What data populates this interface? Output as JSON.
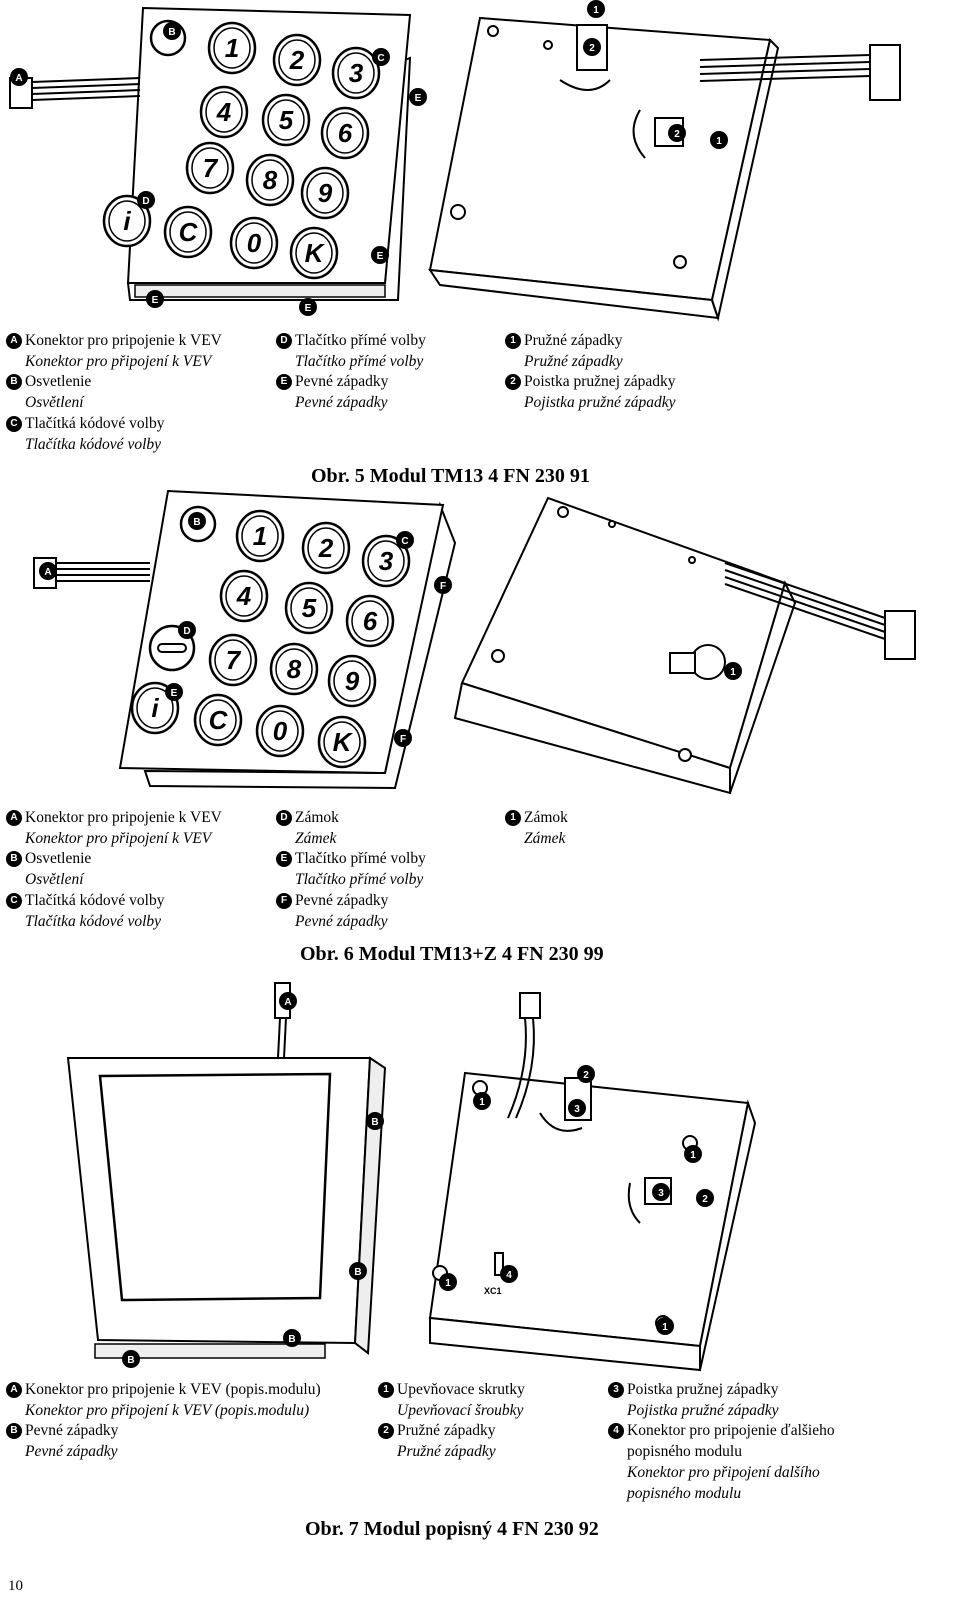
{
  "page_number": "10",
  "figures": [
    {
      "caption": "Obr. 5 Modul TM13 4 FN 230 91",
      "columns": [
        [
          {
            "marker": "A",
            "sk": "Konektor pro pripojenie k VEV",
            "cz": "Konektor pro připojení k VEV"
          },
          {
            "marker": "B",
            "sk": "Osvetlenie",
            "cz": "Osvětlení"
          },
          {
            "marker": "C",
            "sk": "Tlačítká kódové volby",
            "cz": "Tlačítka kódové volby"
          }
        ],
        [
          {
            "marker": "D",
            "sk": "Tlačítko přímé volby",
            "cz": "Tlačítko přímé volby"
          },
          {
            "marker": "E",
            "sk": "Pevné západky",
            "cz": "Pevné západky"
          }
        ],
        [
          {
            "marker": "1",
            "sk": "Pružné západky",
            "cz": "Pružné západky"
          },
          {
            "marker": "2",
            "sk": "Poistka pružnej západky",
            "cz": "Pojistka pružné západky"
          }
        ]
      ],
      "keypad_keys": [
        "1",
        "2",
        "3",
        "4",
        "5",
        "6",
        "7",
        "8",
        "9",
        "i",
        "C",
        "0",
        "K"
      ]
    },
    {
      "caption": "Obr. 6 Modul TM13+Z 4 FN 230 99",
      "columns": [
        [
          {
            "marker": "A",
            "sk": "Konektor pro pripojenie k VEV",
            "cz": "Konektor pro připojení k VEV"
          },
          {
            "marker": "B",
            "sk": "Osvetlenie",
            "cz": "Osvětlení"
          },
          {
            "marker": "C",
            "sk": "Tlačítká kódové volby",
            "cz": "Tlačítka kódové volby"
          }
        ],
        [
          {
            "marker": "D",
            "sk": "Zámok",
            "cz": "Zámek"
          },
          {
            "marker": "E",
            "sk": "Tlačítko přímé volby",
            "cz": "Tlačítko přímé volby"
          },
          {
            "marker": "F",
            "sk": "Pevné západky",
            "cz": "Pevné západky"
          }
        ],
        [
          {
            "marker": "1",
            "sk": "Zámok",
            "cz": "Zámek"
          }
        ]
      ],
      "keypad_keys": [
        "1",
        "2",
        "3",
        "4",
        "5",
        "6",
        "7",
        "8",
        "9",
        "i",
        "C",
        "0",
        "K"
      ]
    },
    {
      "caption": "Obr. 7 Modul popisný 4 FN 230 92",
      "columns": [
        [
          {
            "marker": "A",
            "sk": "Konektor pro pripojenie k VEV (popis.modulu)",
            "cz": "Konektor pro připojení k VEV (popis.modulu)"
          },
          {
            "marker": "B",
            "sk": "Pevné západky",
            "cz": "Pevné západky"
          }
        ],
        [
          {
            "marker": "1",
            "sk": "Upevňovace skrutky",
            "cz": "Upevňovací šroubky"
          },
          {
            "marker": "2",
            "sk": "Pružné západky",
            "cz": "Pružné západky"
          }
        ],
        [
          {
            "marker": "3",
            "sk": "Poistka pružnej západky",
            "cz": "Pojistka pružné západky"
          },
          {
            "marker": "4",
            "sk": "Konektor pro pripojenie ďalšieho popisného modulu",
            "cz": "Konektor pro připojení dalšího popisného modulu"
          }
        ]
      ],
      "connector_label": "XC1"
    }
  ]
}
